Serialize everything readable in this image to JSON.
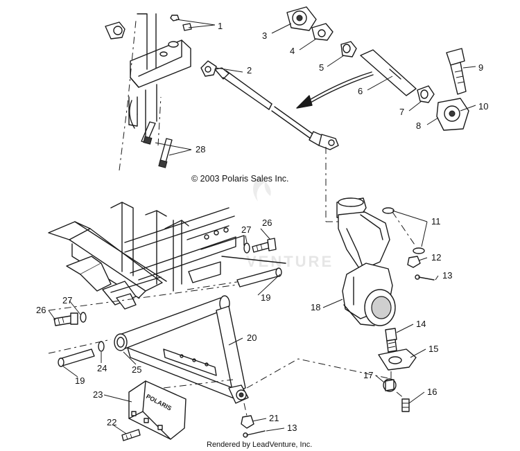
{
  "copyright": "© 2003 Polaris Sales Inc.",
  "rendered_by": "Rendered by LeadVenture, Inc.",
  "watermark_text": "VENTURE",
  "decal_text": "POLARIS",
  "colors": {
    "line": "#1a1a1a",
    "background": "#ffffff",
    "watermark": "#e6e6e6",
    "shade": "#cfcfcf"
  },
  "callouts": [
    "1",
    "2",
    "3",
    "4",
    "5",
    "6",
    "7",
    "8",
    "9",
    "10",
    "11",
    "12",
    "13",
    "14",
    "15",
    "16",
    "17",
    "18",
    "19",
    "20",
    "21",
    "22",
    "23",
    "24",
    "25",
    "26",
    "27",
    "28",
    "19",
    "26",
    "27",
    "13"
  ]
}
